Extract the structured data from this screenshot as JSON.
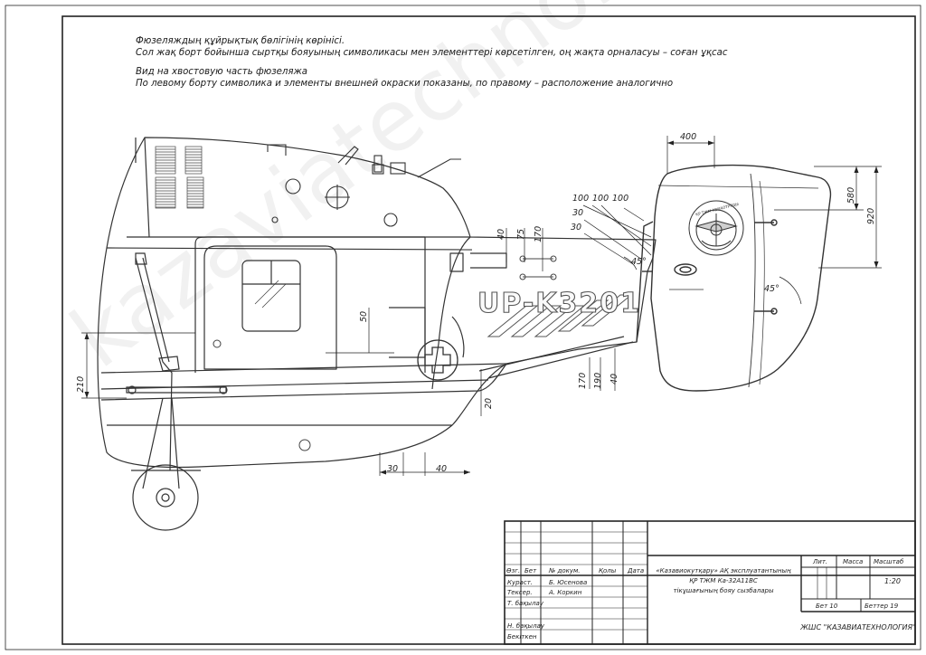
{
  "notes": {
    "kz_title": "Фюзеляждың құйрықтық бөлігінің көрінісі.",
    "kz_subtitle": "Сол жақ борт бойынша сыртқы бояуының символикасы мен элементтері көрсетілген, оң жақта орналасуы – соған ұқсас",
    "ru_title": "Вид на хвостовую часть фюзеляжа",
    "ru_subtitle": "По левому борту символика и элементы внешней окраски показаны, по правому – расположение аналогично"
  },
  "registration": "UP-K3201",
  "watermark": "kazaviatechnology.kz",
  "emblem_text": "ҚР ТЖМ АВИАОТРЯДЫ",
  "dimensions": {
    "d400": "400",
    "d580": "580",
    "d920": "920",
    "d100a": "100",
    "d100b": "100",
    "d100c": "100",
    "d30a": "30",
    "d30b": "30",
    "d40a": "40",
    "d75": "75",
    "d170a": "170",
    "d45a": "45°",
    "d45b": "45°",
    "d50": "50",
    "d210": "210",
    "d20": "20",
    "d170b": "170",
    "d190": "190",
    "d40b": "40",
    "d30c": "30",
    "d40c": "40"
  },
  "title_block": {
    "col_headers": [
      "Өзг.",
      "Бет",
      "№ докум.",
      "Қолы",
      "Дата"
    ],
    "roles": [
      "Кураст.",
      "Тексер.",
      "Т. бақылау",
      "Н. бақылау",
      "Бекіткен"
    ],
    "names": [
      "Б. Юсенова",
      "А. Коркин"
    ],
    "description": [
      "«Казавиокутқару» АҚ эксплуатантының",
      "ҚР ТЖМ Ка-32А11ВС",
      "тікұшағының бояу сызбалары"
    ],
    "lit_label": "Лит.",
    "mass_label": "Масса",
    "scale_label": "Масштаб",
    "scale_value": "1:20",
    "sheet_label": "Бет 10",
    "sheets_label": "Беттер 19",
    "organization": "ЖШС \"КАЗАВИАТЕХНОЛОГИЯ\""
  }
}
